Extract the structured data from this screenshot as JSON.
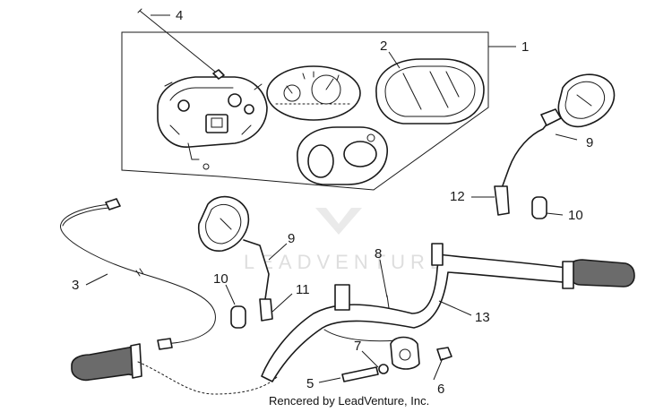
{
  "callouts": {
    "c1": "1",
    "c2": "2",
    "c3": "3",
    "c4": "4",
    "c5": "5",
    "c6": "6",
    "c7": "7",
    "c8": "8",
    "c9a": "9",
    "c9b": "9",
    "c10a": "10",
    "c10b": "10",
    "c11": "11",
    "c12": "12",
    "c13": "13"
  },
  "watermark": "LEADVENTURE",
  "credit": "Rencered by LeadVenture, Inc."
}
